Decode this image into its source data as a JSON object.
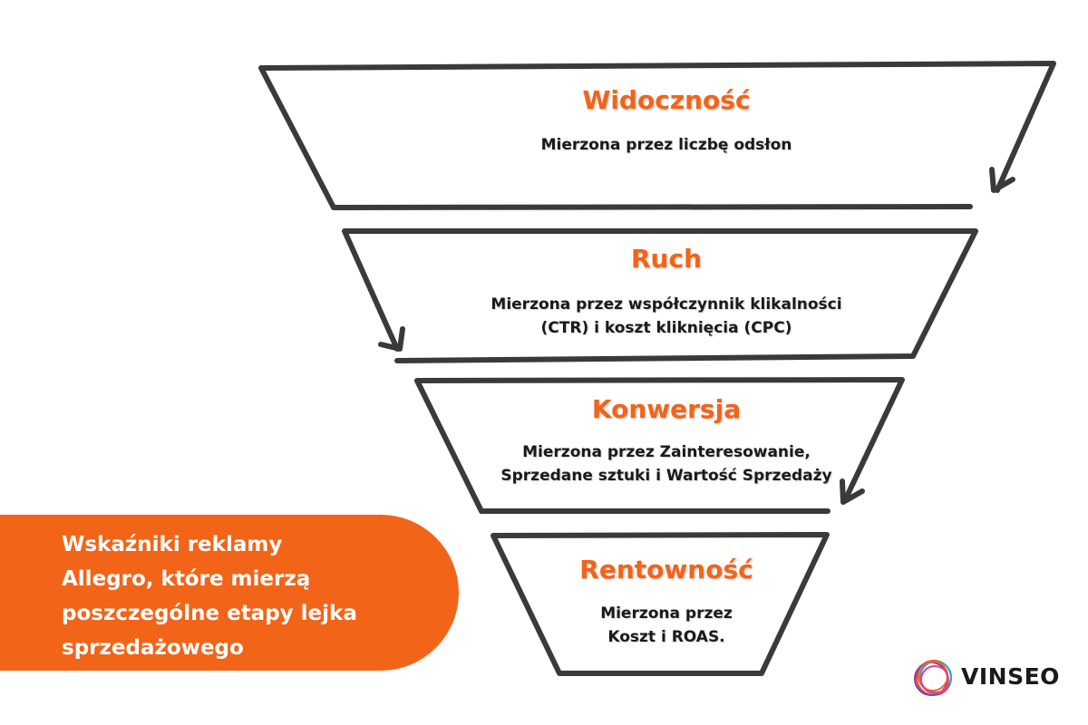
{
  "stages": [
    {
      "title": "Widoczność",
      "desc": [
        "Mierzona przez liczbę odsłon"
      ]
    },
    {
      "title": "Ruch",
      "desc": [
        "Mierzona przez współczynnik klikalności",
        "(CTR) i koszt kliknięcia (CPC)"
      ]
    },
    {
      "title": "Konwersja",
      "desc": [
        "Mierzona przez Zainteresowanie,",
        "Sprzedane sztuki i Wartość Sprzedaży"
      ]
    },
    {
      "title": "Rentowność",
      "desc": [
        "Mierzona przez",
        "Koszt i ROAS."
      ]
    }
  ],
  "badge": {
    "lines": [
      "Wskaźniki reklamy",
      "Allegro, które mierzą",
      "poszczególne etapy lejka",
      "sprzedażowego"
    ]
  },
  "logo": {
    "text": "VINSEO"
  },
  "colors": {
    "accent": "#f26418",
    "outline": "#3a3a3a",
    "text": "#1a1a1a"
  }
}
